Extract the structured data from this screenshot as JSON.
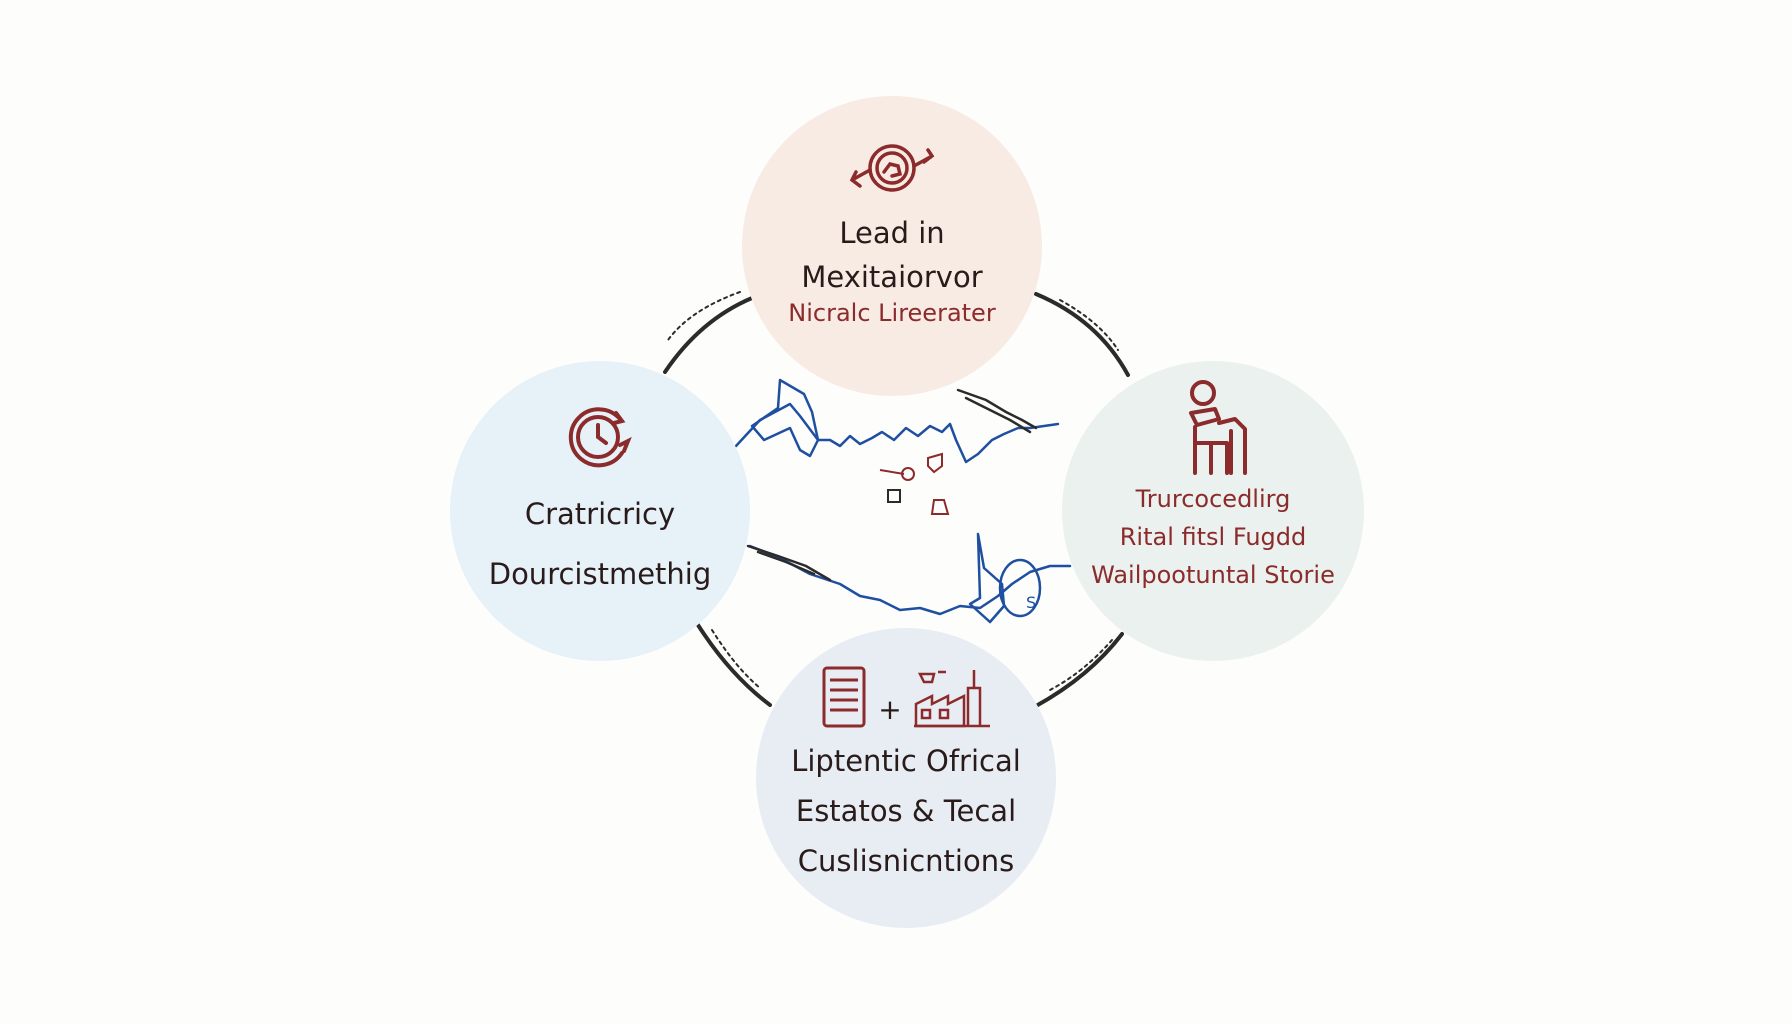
{
  "nodes": {
    "top": {
      "title_lines": [
        "Lead in",
        "Mexitaiorvor"
      ],
      "subtitle": "Nicralc Lireerater",
      "icon": "seal-icon",
      "bg_color": "#f8ebe4"
    },
    "left": {
      "title_lines": [
        "Cratricricy",
        "Dourcistmethig"
      ],
      "icon": "clock-icon",
      "bg_color": "#e6f1f8"
    },
    "right": {
      "subtitle_lines": [
        "Trurcocedlirg",
        "Rital fitsl Fugdd",
        "Wailpootuntal Storie"
      ],
      "icon": "person-at-desk-icon",
      "bg_color": "#eaf1ee"
    },
    "bottom": {
      "title_lines": [
        "Liptentic Ofrical",
        "Estatos & Tecal",
        "Cuslisnicntions"
      ],
      "icon": "document-plus-factory-icon",
      "plus_symbol": "+",
      "bg_color": "#e8edf4"
    }
  },
  "center": {
    "badge_text": "S"
  },
  "colors": {
    "accent": "#8c2b2b",
    "line_blue": "#1f4fa0",
    "title_text": "#2a1b1b",
    "connector": "#2b2b2b"
  }
}
